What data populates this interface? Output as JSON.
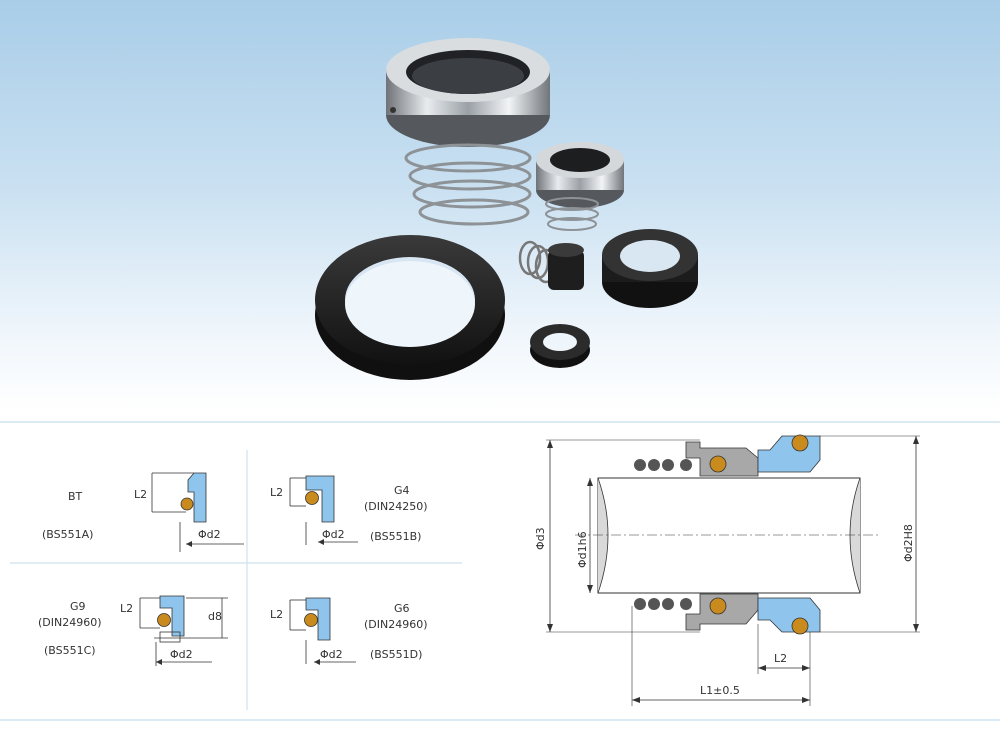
{
  "types": {
    "bt": {
      "name": "BT",
      "standard": "(BS551A)",
      "l2": "L2",
      "d2": "Φd2"
    },
    "g4": {
      "name": "G4",
      "din": "(DIN24250)",
      "standard": "(BS551B)",
      "l2": "L2",
      "d2": "Φd2"
    },
    "g9": {
      "name": "G9",
      "din": "(DIN24960)",
      "standard": "(BS551C)",
      "l2": "L2",
      "d2": "Φd2",
      "d8": "d8"
    },
    "g6": {
      "name": "G6",
      "din": "(DIN24960)",
      "standard": "(BS551D)",
      "l2": "L2",
      "d2": "Φd2"
    }
  },
  "assembly": {
    "d3": "Φd3",
    "d1h6": "Φd1h6",
    "d2h8": "Φd2H8",
    "l2": "L2",
    "l1": "L1±0.5"
  },
  "colors": {
    "seat_blue": "#8fc4ec",
    "oring": "#c98a1e",
    "housing_gray": "#a8a8a8"
  }
}
